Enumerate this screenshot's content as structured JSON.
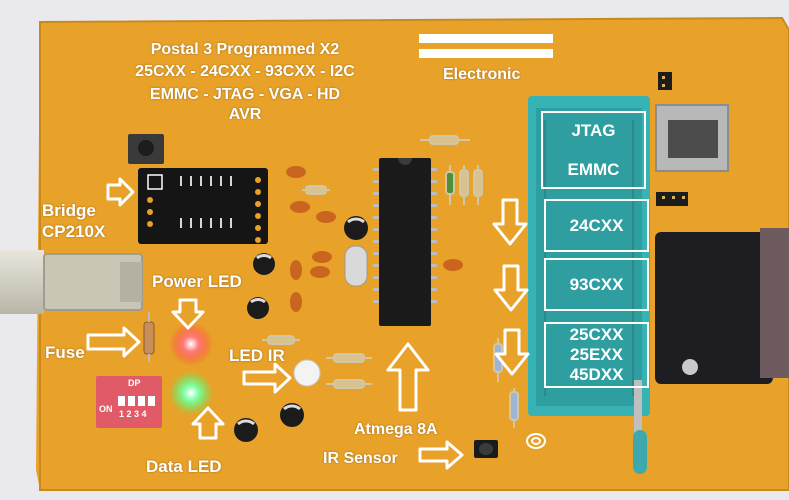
{
  "board": {
    "header_lines": [
      "Postal 3 Programmed X2",
      "25CXX - 24CXX - 93CXX - I2C",
      "EMMC - JTAG - VGA - HD",
      "AVR"
    ],
    "brand": "Electronic"
  },
  "labels": {
    "bridge_line1": "Bridge",
    "bridge_line2": "CP210X",
    "power_led": "Power LED",
    "fuse": "Fuse",
    "led_ir": "LED IR",
    "data_led": "Data LED",
    "mcu": "Atmega 8A",
    "ir_sensor": "IR Sensor"
  },
  "socket_sections": {
    "jtag": "JTAG",
    "emmc": "EMMC",
    "s24": "24CXX",
    "s93": "93CXX",
    "s25a": "25CXX",
    "s25b": "25EXX",
    "s45": "45DXX"
  },
  "dip_switch": {
    "top": "DP",
    "numbers": "1 2 3 4",
    "side": "ON"
  },
  "colors": {
    "pcb": "#e9a229",
    "socket": "#38b3b5",
    "label_text": "#ffffff",
    "red_led": "#ff3b3b",
    "green_led": "#34ff66"
  }
}
